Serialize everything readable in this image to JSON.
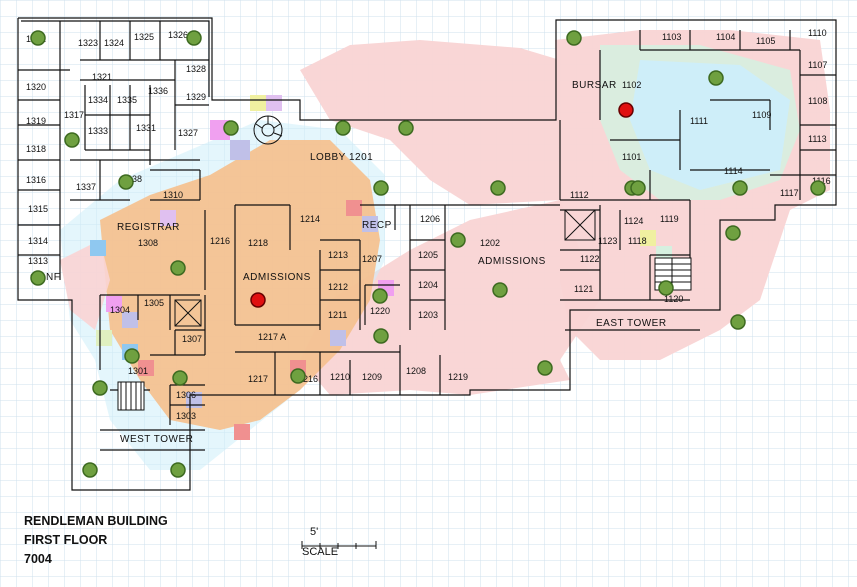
{
  "building": {
    "name": "RENDLEMAN BUILDING",
    "floor": "FIRST FLOOR",
    "code": "7004"
  },
  "scale": {
    "value": "5'",
    "label": "SCALE"
  },
  "colors": {
    "grid": "#cfe0ee",
    "wall": "#111111",
    "heat_strong": "#f5c08e",
    "heat_medium": "#f9d4d4",
    "heat_cool": "#cdeefa",
    "access_point": "#6fa040",
    "sensor": "#e01010"
  },
  "area_labels": {
    "registrar": "REGISTRAR",
    "admissions_west": "ADMISSIONS",
    "admissions_east": "ADMISSIONS",
    "lobby": "LOBBY 1201",
    "recp": "RECP",
    "bursar": "BURSAR",
    "east_tower": "EAST TOWER",
    "west_tower": "WEST TOWER",
    "conf": "CONF"
  },
  "rooms": [
    "1322",
    "1323",
    "1324",
    "1325",
    "1326",
    "1321",
    "1320",
    "1328",
    "1334",
    "1335",
    "1336",
    "1329",
    "1317",
    "1319",
    "1333",
    "1331",
    "1318",
    "1327",
    "1337",
    "1316",
    "1338",
    "1310",
    "1315",
    "1314",
    "1313",
    "1308",
    "1218",
    "1216",
    "1214",
    "1213",
    "1212",
    "1211",
    "1220",
    "1217 A",
    "1217",
    "1216",
    "1210",
    "1209",
    "1208",
    "1219",
    "1206",
    "1207",
    "1205",
    "1204",
    "1203",
    "1202",
    "1304",
    "1305",
    "1307",
    "1301",
    "1306",
    "1303",
    "1103",
    "1104",
    "1105",
    "1109",
    "1107",
    "1102",
    "1108",
    "1111",
    "1110",
    "1113",
    "1101",
    "1114",
    "1112",
    "1124",
    "1119",
    "1123",
    "1118",
    "1122",
    "1121",
    "1120",
    "1116",
    "1117"
  ]
}
